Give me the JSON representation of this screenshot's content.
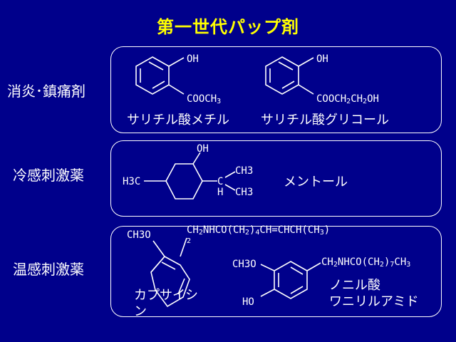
{
  "title": "第一世代パップ剤",
  "colors": {
    "background": "#00008b",
    "title": "#ffff00",
    "text": "#ffffff",
    "lines": "#ffffff"
  },
  "categories": {
    "anti_inflammatory": "消炎･鎮痛剤",
    "cooling": "冷感刺激薬",
    "warming": "温感刺激薬"
  },
  "compounds": {
    "methyl_salicylate": {
      "name": "サリチル酸メチル",
      "oh": "OH",
      "sub_a": "COOCH",
      "sub_b": "3"
    },
    "glycol_salicylate": {
      "name": "サリチル酸グリコール",
      "oh": "OH",
      "sub_a": "COOCH",
      "sub_b": "2",
      "sub_c": "CH",
      "sub_d": "2",
      "sub_e": "OH"
    },
    "menthol": {
      "name": "メントール",
      "oh": "OH",
      "h3c": "H3C",
      "c": "C",
      "h": "H",
      "ch3_top": "CH3",
      "ch3_bottom": "CH3"
    },
    "capsaicin": {
      "name_line1": "カプサイシ",
      "name_line2": "ン",
      "ch3o": "CH3O",
      "chain_a": "CH",
      "chain_b": "2",
      "chain_c": "NHCO(CH",
      "chain_d": "2",
      "chain_e": ")",
      "chain_f": "4",
      "chain_g": "CH=CHCH(CH",
      "chain_h": "3",
      "chain_i": ")",
      "stray": "2"
    },
    "nonylic_vanillylamide": {
      "name_line1": "ノニル酸",
      "name_line2": "ワニリルアミド",
      "ch3o": "CH3O",
      "ho": "HO",
      "chain_a": "CH",
      "chain_b": "2",
      "chain_c": "NHCO(CH",
      "chain_d": "2",
      "chain_e": ")",
      "chain_f": "7",
      "chain_g": "CH",
      "chain_h": "3"
    }
  }
}
